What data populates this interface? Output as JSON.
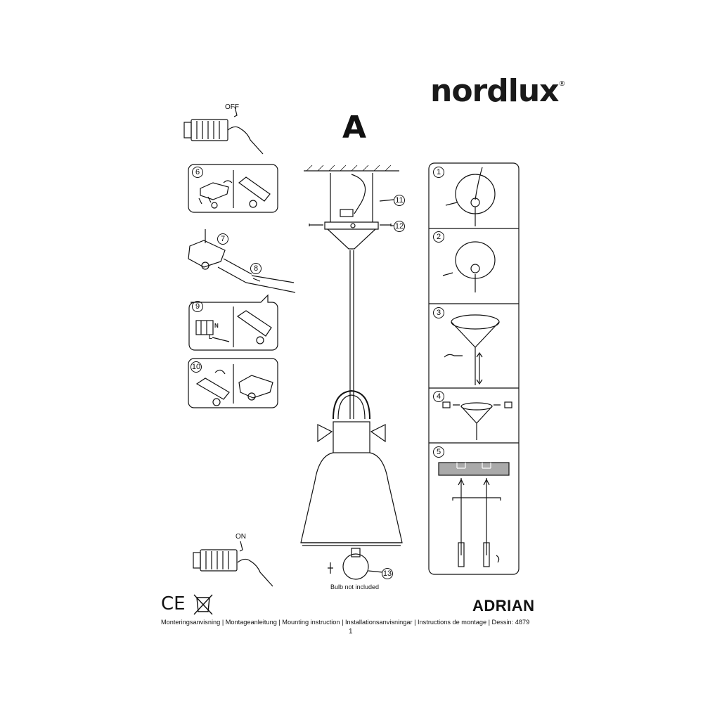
{
  "brand": {
    "name": "nordlux",
    "reg": "®"
  },
  "sheet": {
    "letter": "A"
  },
  "switch": {
    "off": "OFF",
    "on": "ON"
  },
  "left_steps": [
    "6",
    "7",
    "8",
    "9",
    "10"
  ],
  "right_steps": [
    "1",
    "2",
    "3",
    "4",
    "5"
  ],
  "callouts": [
    "11",
    "12",
    "13"
  ],
  "terminal": {
    "n": "N",
    "l": "L"
  },
  "bulb_note": "Bulb not included",
  "certification": {
    "ce": "CE"
  },
  "product": "ADRIAN",
  "footer": "Monteringsanvisning | Montageanleitung | Mounting instruction | Installationsanvisningar | Instructions de montage | Dessin: 4879",
  "page_number": "1"
}
